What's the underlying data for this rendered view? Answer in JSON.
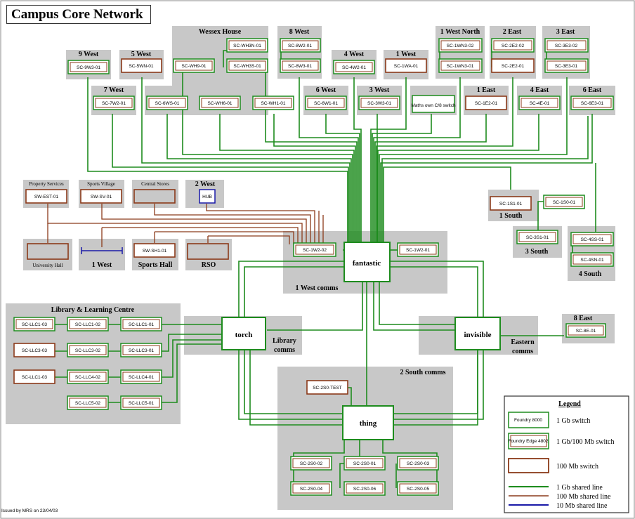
{
  "title": "Campus Core Network",
  "footer": "Issued by MRS on 23/04/03",
  "colors": {
    "gig": "#1e8c1e",
    "fast": "#8b3a1a",
    "ten": "#1a1aa8",
    "group": "#c8c8c8"
  },
  "groups": {
    "wessex": "Wessex House",
    "w8": "8 West",
    "w1n": "1 West North",
    "e2": "2 East",
    "e3": "3 East",
    "w9": "9 West",
    "w5": "5 West",
    "w4": "4 West",
    "w1": "1 West",
    "w7": "7 West",
    "w6": "6 West",
    "w3": "3 West",
    "e1": "1 East",
    "e4": "4 East",
    "e6": "6 East",
    "ps": "Property Services",
    "sv": "Sports Village",
    "cs": "Central Stores",
    "w2": "2 West",
    "s1": "1 South",
    "s3": "3 South",
    "s4": "4 South",
    "uh": "University Hall",
    "w1b": "1 West",
    "sh": "Sports Hall",
    "rso": "RSO",
    "wc": "1 West comms",
    "llc": "Library & Learning Centre",
    "lc1": "Library",
    "lc2": "comms",
    "e8": "8 East",
    "ec1": "Eastern",
    "ec2": "comms",
    "sc": "2 South comms"
  },
  "core": {
    "fantastic": "fantastic",
    "torch": "torch",
    "invisible": "invisible",
    "thing": "thing"
  },
  "switches": {
    "whn": "SC-WH3N-01",
    "whs": "SC-WH3S-01",
    "wh9": "SC-WH9-01",
    "whe": "SC-WH6-01",
    "wh1": "SC-WH1-01",
    "w82": "SC-8W2-01",
    "w83": "SC-8W3-01",
    "wn2": "SC-1WN3-02",
    "wn1": "SC-1WN3-01",
    "e22": "SC-2E2-02",
    "e21": "SC-2E2-01",
    "e32": "SC-3E3-02",
    "e31": "SC-3E3-01",
    "w9": "SC-9W3-01",
    "w5": "SC-5WN-01",
    "w4": "SC-4W2-01",
    "w1": "SC-1WA-01",
    "w7": "SC-7W2-01",
    "w6s": "SC-6WS-01",
    "w6": "SC-6W1-01",
    "w3": "SC-3W3-01",
    "maths": "Maths own C/8 switch",
    "e1": "SC-1E2-01",
    "e4": "SC-4E-01",
    "e6": "SC-6E3-01",
    "ps": "SW-EST-01",
    "sv": "SW-SV-01",
    "hub": "HUB",
    "sh": "SW-SH1-01",
    "s1a": "SC-1S1-01",
    "s1b": "SC-1S0-01",
    "s3": "SC-3S1-01",
    "s4a": "SC-4SS-01",
    "s4b": "SC-4SN-01",
    "wc2": "SC-1W2-02",
    "wc1": "SC-1W2-01",
    "l1": "SC-LLC1-03",
    "l2": "SC-LLC1-02",
    "l3": "SC-LLC1-01",
    "l4": "SC-LLC3-03",
    "l5": "SC-LLC3-02",
    "l6": "SC-LLC3-01",
    "l7": "SC-LLC1-03",
    "l8": "SC-LLC4-02",
    "l9": "SC-LLC4-01",
    "l10": "SC-LLC5-02",
    "l11": "SC-LLC5-01",
    "e8": "SC-8E-01",
    "test": "SC-2S0-TEST",
    "s02": "SC-2S0-02",
    "s01": "SC-2S0-01",
    "s03": "SC-2S0-03",
    "s04": "SC-2S0-04",
    "s06": "SC-2S0-06",
    "s05": "SC-2S0-05"
  },
  "legend": {
    "title": "Legend",
    "foundry": "Foundry 8000",
    "edge": "Foundry Edge 4802",
    "gb": "1 Gb switch",
    "gb100": "1 Gb/100 Mb switch",
    "mb100": "100 Mb switch",
    "l_gb": "1 Gb shared line",
    "l_100": "100 Mb shared line",
    "l_10": "10 Mb shared line"
  }
}
